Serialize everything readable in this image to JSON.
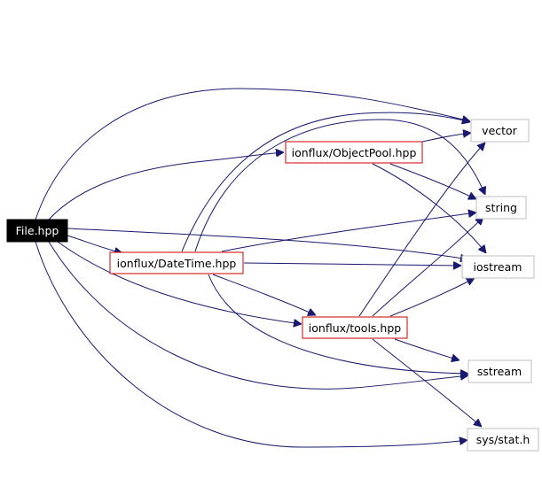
{
  "diagram": {
    "colors": {
      "edge": "#191970",
      "root_fill": "#000000",
      "root_text": "#ffffff",
      "project_border": "#cc0000",
      "system_border": "#bfbfbf",
      "node_text": "#000000"
    },
    "nodes": {
      "file_hpp": {
        "label": "File.hpp",
        "kind": "root"
      },
      "objectpool_hpp": {
        "label": "ionflux/ObjectPool.hpp",
        "kind": "project"
      },
      "datetime_hpp": {
        "label": "ionflux/DateTime.hpp",
        "kind": "project"
      },
      "tools_hpp": {
        "label": "ionflux/tools.hpp",
        "kind": "project"
      },
      "vector": {
        "label": "vector",
        "kind": "system"
      },
      "string": {
        "label": "string",
        "kind": "system"
      },
      "iostream": {
        "label": "iostream",
        "kind": "system"
      },
      "sstream": {
        "label": "sstream",
        "kind": "system"
      },
      "sys_stat_h": {
        "label": "sys/stat.h",
        "kind": "system"
      }
    }
  }
}
